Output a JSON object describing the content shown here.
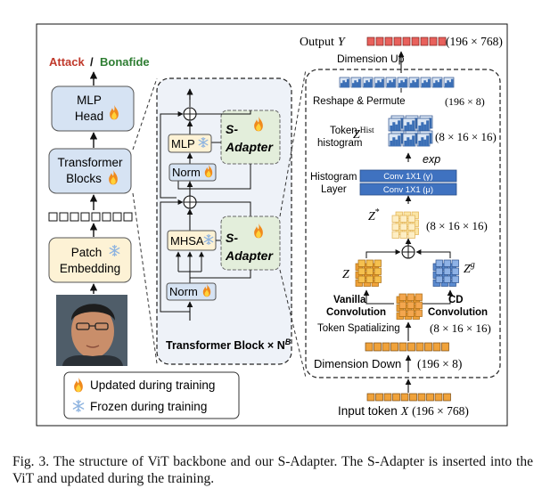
{
  "left": {
    "attack": "Attack",
    "slash": "/",
    "bonafide": "Bonafide",
    "mlp_head": [
      "MLP",
      "Head"
    ],
    "transformer_blocks": [
      "Transformer",
      "Blocks"
    ],
    "patch_embedding": [
      "Patch",
      "Embedding"
    ]
  },
  "block": {
    "mlp": "MLP",
    "norm": "Norm",
    "mhsa": "MHSA",
    "s_adapter_line1": "S-",
    "s_adapter_line2": "Adapter",
    "title": "Transformer Block × N",
    "title_sup": "B"
  },
  "legend": {
    "updated": "Updated during training",
    "frozen": "Frozen during training"
  },
  "adapter": {
    "output": "Output",
    "output_var": "Y",
    "output_dim": "(196 × 768)",
    "dimension_up": "Dimension Up",
    "reshape_permute": "Reshape & Permute",
    "reshape_dim": "(196 × 8)",
    "token_histogram": [
      "Token",
      "histogram"
    ],
    "z_hist_base": "Z",
    "z_hist_sup": "Hist",
    "hist_dim": "(8 × 16 × 16)",
    "exp": "exp",
    "histogram_layer": [
      "Histogram",
      "Layer"
    ],
    "conv_gamma": "Conv 1X1 (γ)",
    "conv_mu": "Conv 1X1 (μ)",
    "z_star": "Z",
    "z_star_sup": "*",
    "z_star_dim": "(8 × 16 × 16)",
    "z_label": "Z",
    "zg_base": "Z",
    "zg_sup": "g",
    "vanilla_conv": [
      "Vanilla",
      "Convolution"
    ],
    "cd_conv": [
      "CD",
      "Convolution"
    ],
    "token_spatializing": "Token Spatializing",
    "spatial_dim": "(8 × 16 × 16)",
    "dimension_down": "Dimension Down",
    "down_dim": "(196 × 8)",
    "input_token": "Input token",
    "input_var": "X",
    "input_dim": "(196 × 768)"
  },
  "caption": "Fig. 3.  The structure of ViT backbone and our S-Adapter. The S-Adapter is inserted into the ViT and updated during the training.",
  "colors": {
    "attack": "#c0392b",
    "bonafide": "#2e7d32",
    "module_blue": "#d6e3f3",
    "module_yellow": "#fdf2d5",
    "adapter_green": "#e3eedb",
    "token_red": "#e8615c",
    "token_orange": "#f0a23a",
    "token_yellow": "#f7d37b",
    "grid_blue": "#5b8bd0",
    "conv_blue": "#3f72c0",
    "hist_blue": "#3b6fb6"
  },
  "icons": [
    "flame-icon",
    "snowflake-icon",
    "face-photo"
  ]
}
